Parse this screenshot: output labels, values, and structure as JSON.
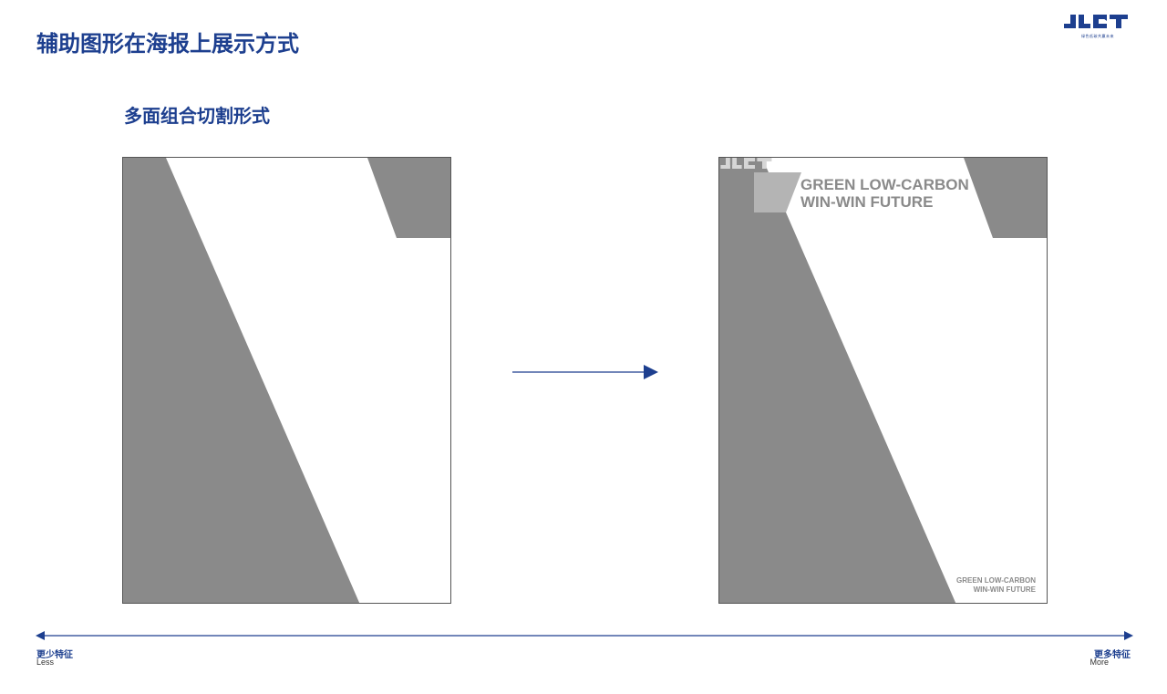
{
  "page": {
    "title": "辅助图形在海报上展示方式",
    "section_title": "多面组合切割形式"
  },
  "logo": {
    "mark_icon": "jlct-logo-icon",
    "tagline": "绿色低碳共赢未来"
  },
  "poster_left": {
    "shape_color": "#8a8a8a"
  },
  "poster_right": {
    "headline_line1": "GREEN LOW-CARBON",
    "headline_line2": "WIN-WIN FUTURE",
    "footer_line1": "GREEN LOW-CARBON",
    "footer_line2": "WIN-WIN FUTURE",
    "logo_icon": "jlct-logo-icon",
    "shape_color": "#8a8a8a",
    "accent_shape_color": "#b4b4b4"
  },
  "flow": {
    "arrow_icon": "arrow-right-icon"
  },
  "scale": {
    "less_label": "更少特征",
    "less_sub": "Less",
    "more_label": "更多特征",
    "more_sub": "More",
    "axis_icon": "double-arrow-icon"
  },
  "colors": {
    "brand_blue": "#1d3f8f",
    "gray": "#8a8a8a"
  }
}
